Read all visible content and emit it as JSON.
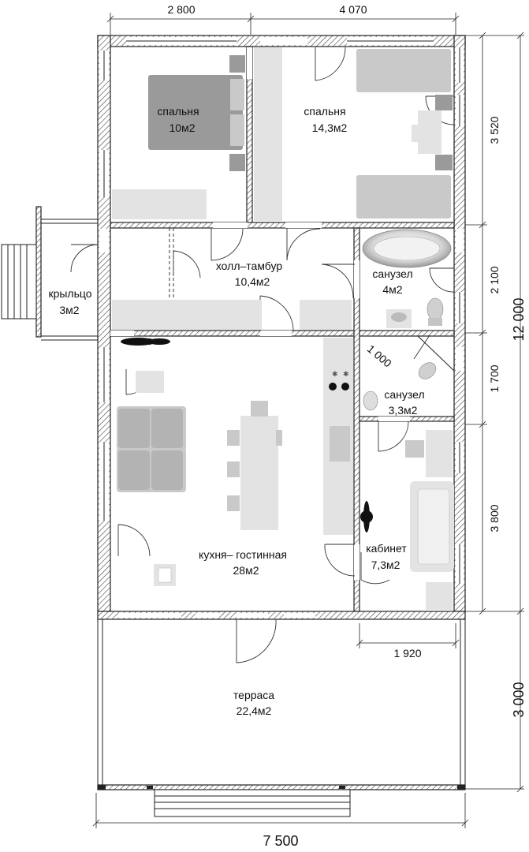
{
  "rooms": {
    "bedroom1": {
      "name": "спальня",
      "area": "10м2"
    },
    "bedroom2": {
      "name": "спальня",
      "area": "14,3м2"
    },
    "hall": {
      "name": "холл–тамбур",
      "area": "10,4м2"
    },
    "bath1": {
      "name": "санузел",
      "area": "4м2"
    },
    "porch": {
      "name": "крыльцо",
      "area": "3м2"
    },
    "bath2": {
      "name": "санузел",
      "area": "3,3м2"
    },
    "living": {
      "name": "кухня– гостинная",
      "area": "28м2"
    },
    "office": {
      "name": "кабинет",
      "area": "7,3м2"
    },
    "terrace": {
      "name": "терраса",
      "area": "22,4м2"
    }
  },
  "dimensions": {
    "top_left": "2 800",
    "top_right": "4 070",
    "right_1": "3 520",
    "right_2": "2 100",
    "right_3": "1 700",
    "right_4": "3 800",
    "right_total": "12 000",
    "right_terrace": "3 000",
    "office_width": "1 920",
    "bottom_total": "7 500",
    "shower_size": "1 000"
  }
}
